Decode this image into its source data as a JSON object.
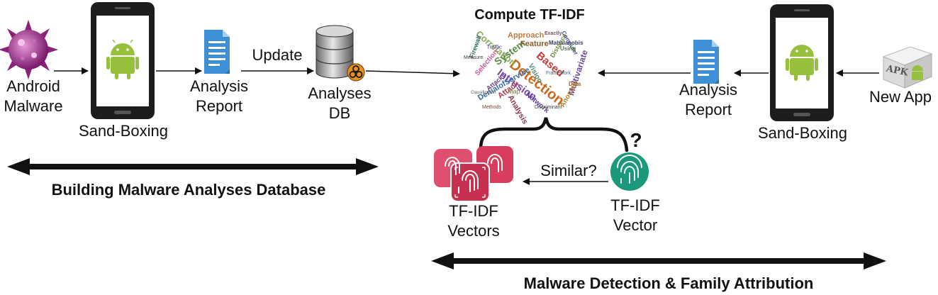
{
  "labels": {
    "android_malware": [
      "Android",
      "Malware"
    ],
    "sandbox_left": "Sand-Boxing",
    "report_left": [
      "Analysis",
      "Report"
    ],
    "update": "Update",
    "analyses_db": [
      "Analyses",
      "DB"
    ],
    "compute": "Compute TF-IDF",
    "report_right": [
      "Analysis",
      "Report"
    ],
    "sandbox_right": "Sand-Boxing",
    "new_app": "New App",
    "apk_text": "APK",
    "question": "?",
    "similar": "Similar?",
    "tfidf_vectors": [
      "TF-IDF",
      "Vectors"
    ],
    "tfidf_vector": [
      "TF-IDF",
      "Vector"
    ],
    "building_db": "Building Malware Analyses Database",
    "detection": "Malware Detection & Family Attribution"
  },
  "word_cloud": [
    "Detection",
    "Intrusion",
    "Based",
    "Multivariate",
    "DenialofService",
    "Correlation",
    "System",
    "Anomaly",
    "Approach",
    "Feature",
    "Attack",
    "Attacks",
    "Network",
    "Firewall",
    "Traffic",
    "Mahalanobis",
    "Selection",
    "Map",
    "Vision",
    "Analysis",
    "Distance",
    "Measure",
    "Classification",
    "Discriminant",
    "Computer",
    "Exactly",
    "Using",
    "Data",
    "Methods",
    "Framework"
  ],
  "colors": {
    "android_green": "#97c03d",
    "doc_blue": "#3d8fd6",
    "fingerprint_red": "#d93d5e",
    "fingerprint_green": "#1a9a7a",
    "virus_purple": "#9c2a8a"
  }
}
